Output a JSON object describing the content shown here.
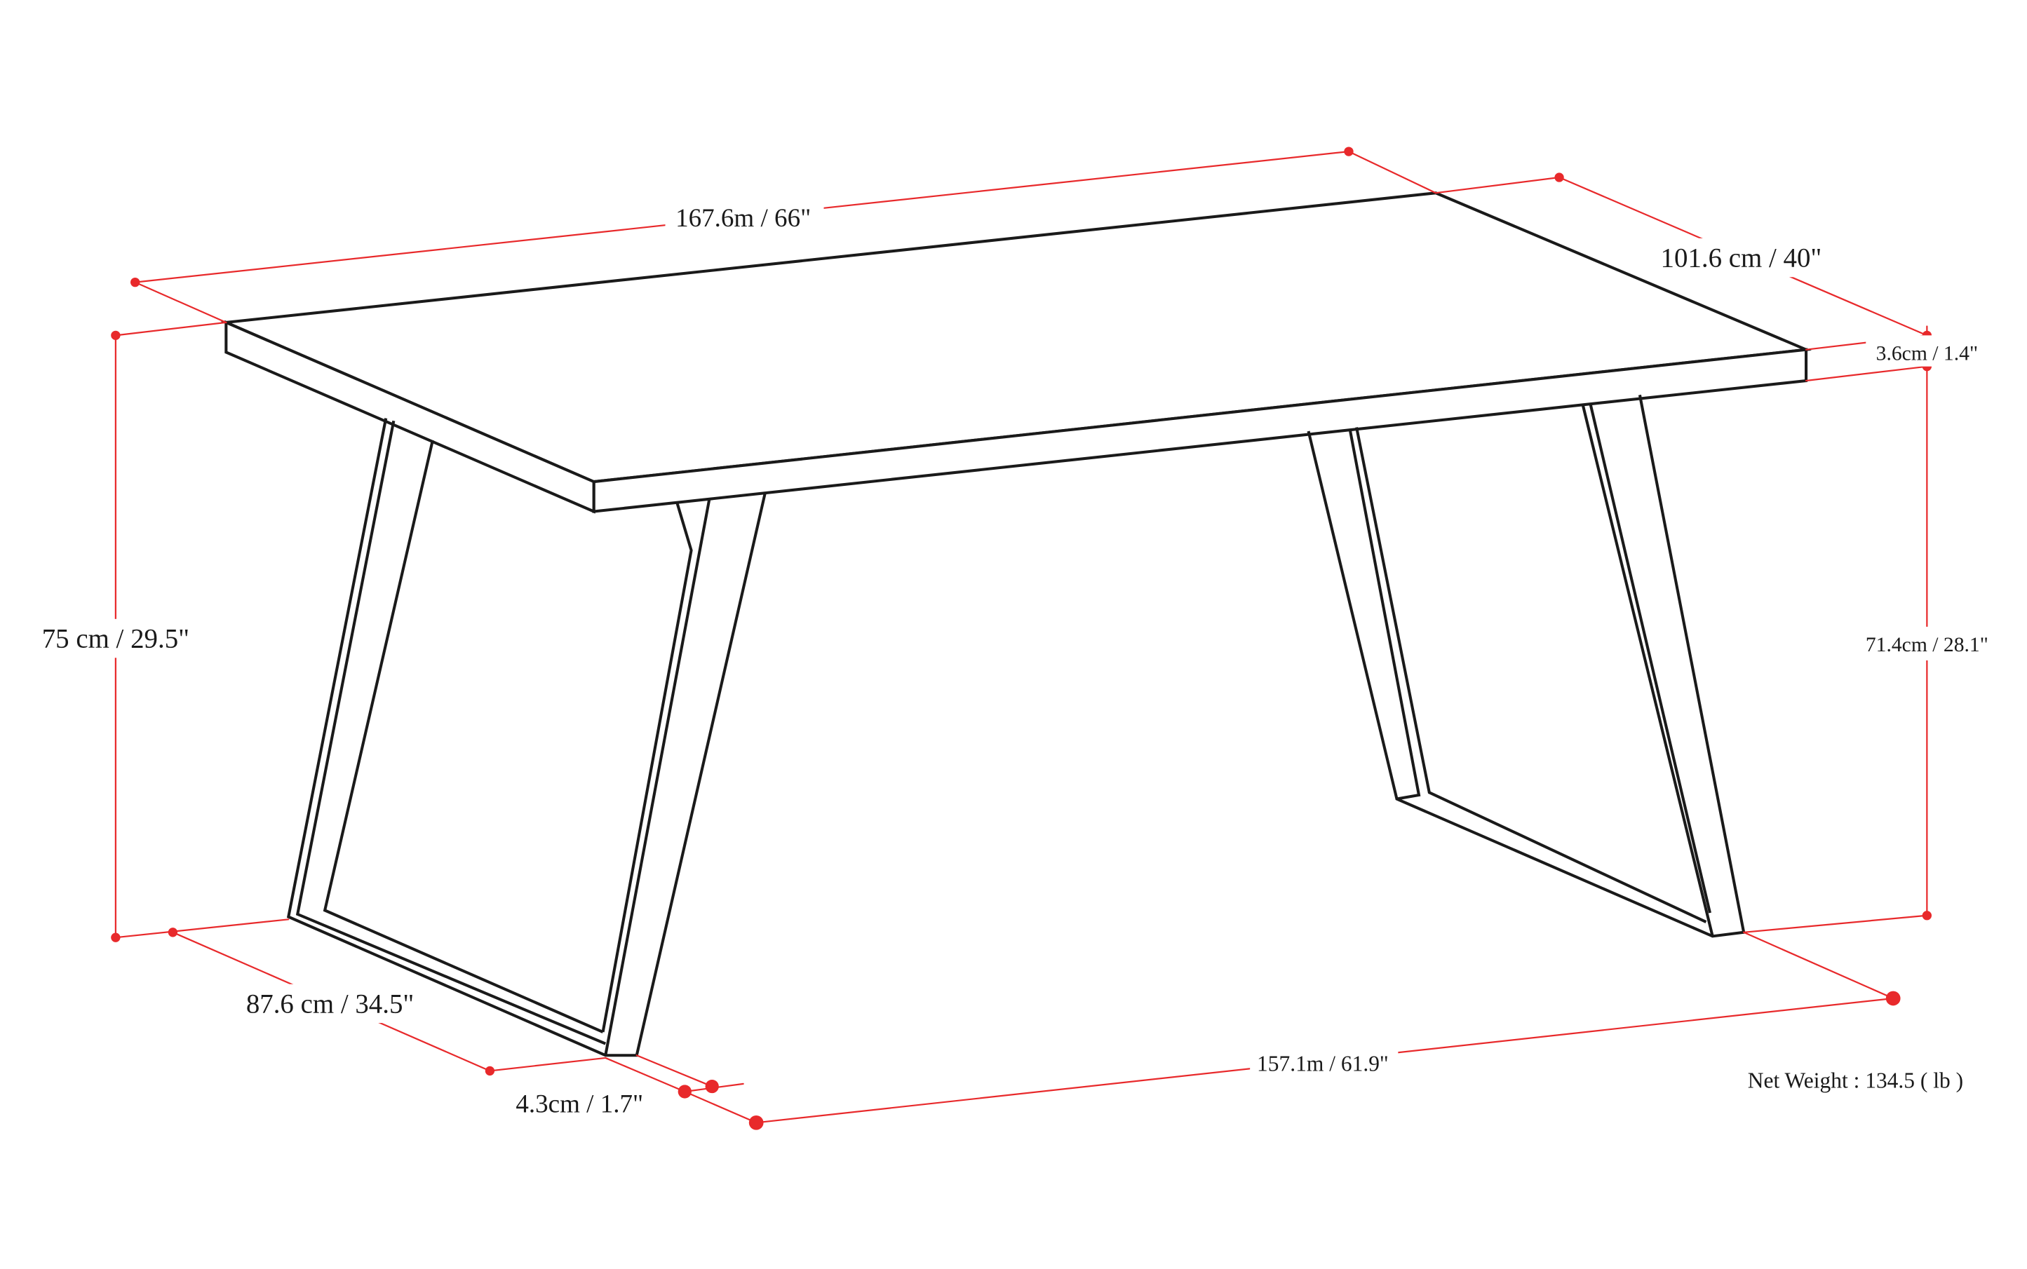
{
  "labels": {
    "top_length": "167.6m / 66\"",
    "top_width": "101.6 cm / 40\"",
    "top_thickness": "3.6cm / 1.4\"",
    "total_height": "75 cm / 29.5\"",
    "leg_height": "71.4cm / 28.1\"",
    "leg_depth": "87.6 cm / 34.5\"",
    "leg_thickness": "4.3cm / 1.7\"",
    "leg_span": "157.1m / 61.9\"",
    "net_weight": "Net Weight : 134.5 ( lb )"
  },
  "colors": {
    "outline": "#1a1a1a",
    "dimension": "#e8292b",
    "text": "#1a1a1a"
  }
}
